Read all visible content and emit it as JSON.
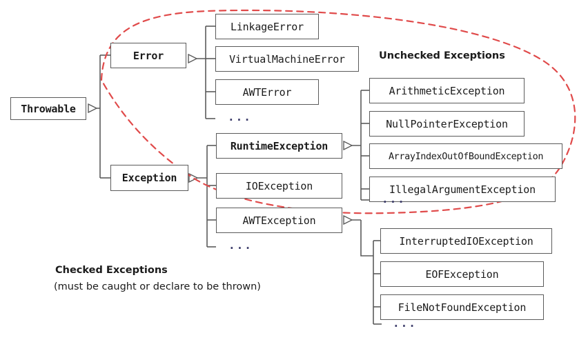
{
  "diagram": {
    "title": "Java Throwable class hierarchy",
    "colors": {
      "box_border": "#5a5a5a",
      "connector": "#5a5a5a",
      "dashed_highlight": "#e04a4a",
      "text": "#1b1b1b",
      "ellipsis": "#3d3d6b",
      "background": "#ffffff"
    },
    "nodes": {
      "throwable": "Throwable",
      "error": "Error",
      "exception": "Exception",
      "linkage_error": "LinkageError",
      "virtual_machine_error": "VirtualMachineError",
      "awt_error": "AWTError",
      "runtime_exception": "RuntimeException",
      "io_exception": "IOException",
      "awt_exception": "AWTException",
      "arithmetic_exception": "ArithmeticException",
      "null_pointer_exception": "NullPointerException",
      "array_index_out_of_bound_exception": "ArrayIndexOutOfBoundException",
      "illegal_argument_exception": "IllegalArgumentException",
      "interrupted_io_exception": "InterruptedIOException",
      "eof_exception": "EOFException",
      "file_not_found_exception": "FileNotFoundException"
    },
    "ellipses": {
      "error_more": "...",
      "exception_more": "...",
      "runtime_more": "...",
      "io_more": "..."
    },
    "captions": {
      "unchecked_heading": "Unchecked Exceptions",
      "checked_heading": "Checked Exceptions",
      "checked_note": "(must be caught or declare to be thrown)"
    }
  }
}
